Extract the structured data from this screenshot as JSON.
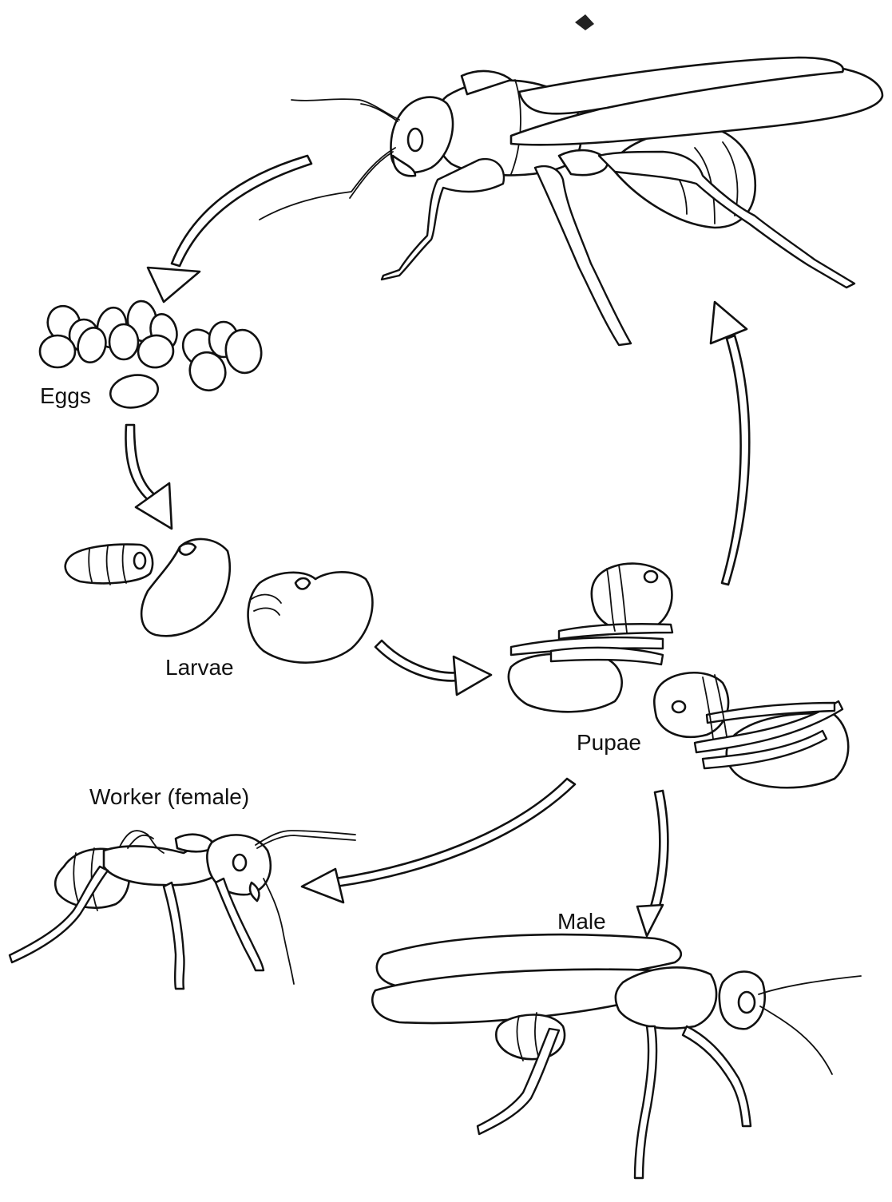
{
  "diagram": {
    "stages": {
      "eggs": "Eggs",
      "larvae": "Larvae",
      "pupae": "Pupae",
      "worker": "Worker (female)",
      "male": "Male"
    }
  },
  "colors": {
    "line": "#111111",
    "background": "#ffffff"
  }
}
